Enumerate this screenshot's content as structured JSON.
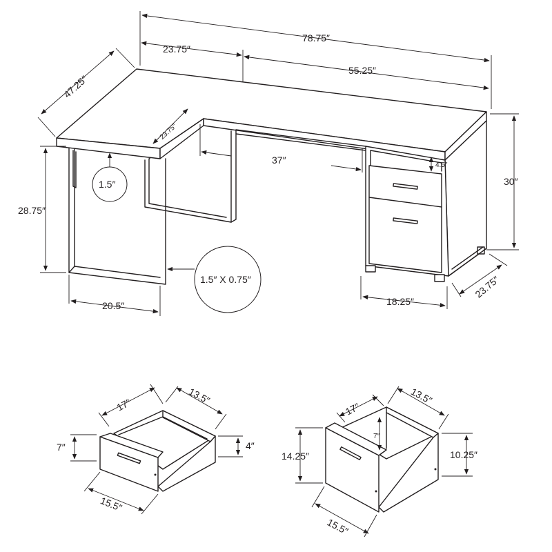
{
  "desk": {
    "dims": {
      "total_width": "78.75″",
      "return_width": "23.75″",
      "main_width": "55.25″",
      "return_depth": "47.25″",
      "return_top_depth": "23.75″",
      "under_clearance": "37″",
      "shelf_height": "4.5″",
      "height": "30″",
      "leg_height": "28.75″",
      "leg_tube": "1.5″",
      "leg_width": "20.5″",
      "tube_profile": "1.5″ X 0.75″",
      "cabinet_width": "18.25″",
      "cabinet_depth": "23.75″"
    }
  },
  "small_drawer": {
    "dims": {
      "inner_width": "17″",
      "depth": "13.5″",
      "front_height": "7″",
      "side_height": "4″",
      "front_width": "15.5″"
    }
  },
  "large_drawer": {
    "dims": {
      "inner_width": "17″",
      "depth": "13.5″",
      "inner_height": "7″",
      "front_height": "14.25″",
      "side_height": "10.25″",
      "front_width": "15.5″"
    }
  }
}
